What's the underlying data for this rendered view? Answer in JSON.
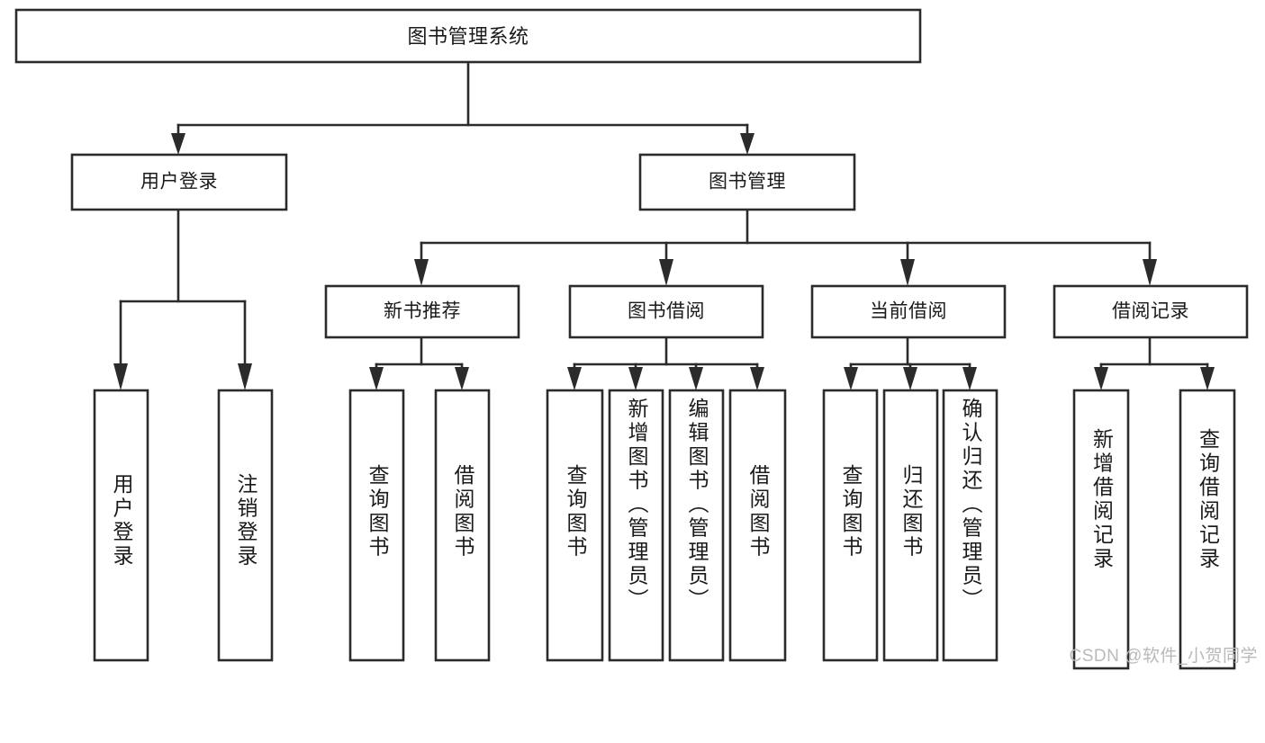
{
  "diagram": {
    "type": "tree",
    "title": "图书管理系统",
    "root": {
      "id": "root",
      "label": "图书管理系统",
      "orientation": "horizontal"
    },
    "level1": [
      {
        "id": "user-login",
        "label": "用户登录",
        "orientation": "horizontal"
      },
      {
        "id": "book-manage",
        "label": "图书管理",
        "orientation": "horizontal"
      }
    ],
    "level2": [
      {
        "id": "new-book-recommend",
        "label": "新书推荐",
        "orientation": "horizontal",
        "parent": "book-manage"
      },
      {
        "id": "book-borrow",
        "label": "图书借阅",
        "orientation": "horizontal",
        "parent": "book-manage"
      },
      {
        "id": "current-borrow",
        "label": "当前借阅",
        "orientation": "horizontal",
        "parent": "book-manage"
      },
      {
        "id": "borrow-record",
        "label": "借阅记录",
        "orientation": "horizontal",
        "parent": "book-manage"
      }
    ],
    "leaves": [
      {
        "id": "leaf-user-login",
        "label": "用户登录",
        "orientation": "vertical",
        "parent": "user-login"
      },
      {
        "id": "leaf-logout",
        "label": "注销登录",
        "orientation": "vertical",
        "parent": "user-login"
      },
      {
        "id": "leaf-query-book-1",
        "label": "查询图书",
        "orientation": "vertical",
        "parent": "new-book-recommend"
      },
      {
        "id": "leaf-borrow-book-1",
        "label": "借阅图书",
        "orientation": "vertical",
        "parent": "new-book-recommend"
      },
      {
        "id": "leaf-query-book-2",
        "label": "查询图书",
        "orientation": "vertical",
        "parent": "book-borrow"
      },
      {
        "id": "leaf-add-book",
        "label": "新增图书（管理员）",
        "orientation": "vertical",
        "parent": "book-borrow"
      },
      {
        "id": "leaf-edit-book",
        "label": "编辑图书（管理员）",
        "orientation": "vertical",
        "parent": "book-borrow"
      },
      {
        "id": "leaf-borrow-book-2",
        "label": "借阅图书",
        "orientation": "vertical",
        "parent": "book-borrow"
      },
      {
        "id": "leaf-query-book-3",
        "label": "查询图书",
        "orientation": "vertical",
        "parent": "current-borrow"
      },
      {
        "id": "leaf-return-book",
        "label": "归还图书",
        "orientation": "vertical",
        "parent": "current-borrow"
      },
      {
        "id": "leaf-confirm-return",
        "label": "确认归还（管理员）",
        "orientation": "vertical",
        "parent": "current-borrow"
      },
      {
        "id": "leaf-add-record",
        "label": "新增借阅记录",
        "orientation": "vertical",
        "parent": "borrow-record"
      },
      {
        "id": "leaf-query-record",
        "label": "查询借阅记录",
        "orientation": "vertical",
        "parent": "borrow-record"
      }
    ],
    "colors": {
      "box_stroke": "#2b2b2b",
      "box_fill": "#ffffff",
      "text": "#1a1a1a",
      "connector": "#2b2b2b",
      "background": "#ffffff",
      "watermark": "#b9b9b9"
    }
  },
  "watermark": {
    "text": "CSDN @软件_小贺同学"
  }
}
